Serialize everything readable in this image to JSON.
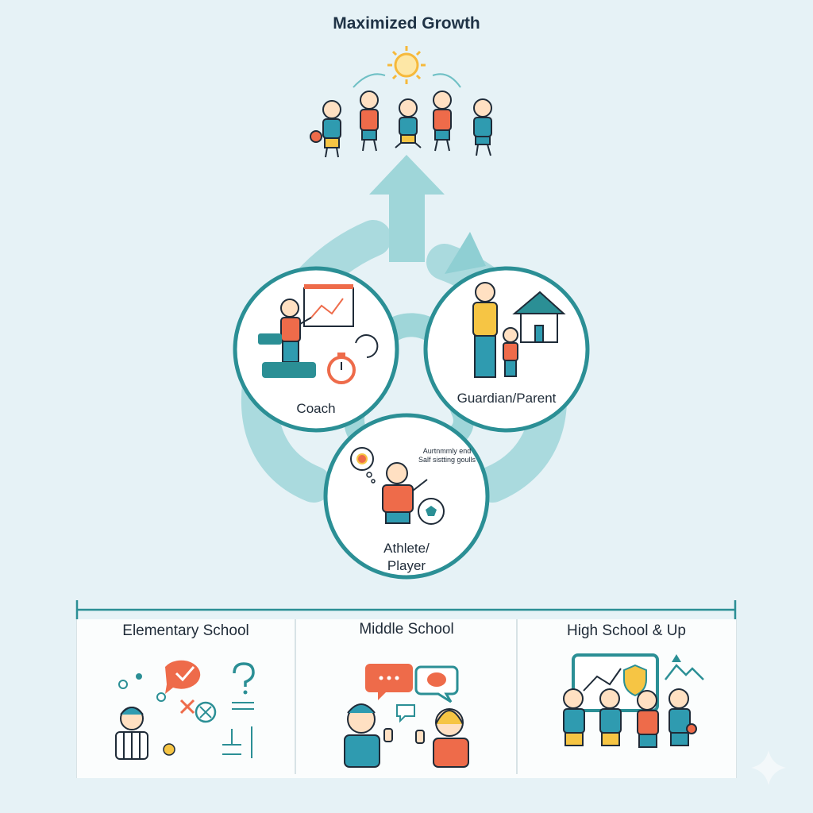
{
  "title": "Maximized Growth",
  "roles": {
    "coach": "Coach",
    "parent": "Guardian/Parent",
    "athlete_line1": "Athlete/",
    "athlete_line2": "Player"
  },
  "thought": {
    "line1": "Aurtnmmly end",
    "line2": "Salf sistting goulls"
  },
  "stages": [
    {
      "label": "Elementary School"
    },
    {
      "label": "Middle School"
    },
    {
      "label": "High School & Up"
    }
  ],
  "colors": {
    "background": "#e6f2f6",
    "teal": "#2b8f95",
    "arrow": "#9fd6d9",
    "orange": "#ee6b4a",
    "yellow": "#f6c544",
    "blue": "#2f9bb0"
  },
  "icons": [
    "sun-icon",
    "whiteboard-icon",
    "stopwatch-icon",
    "house-icon",
    "medal-icon",
    "soccer-ball-icon",
    "chat-icon",
    "brain-icon",
    "shield-icon",
    "mountain-icon",
    "question-icon"
  ]
}
